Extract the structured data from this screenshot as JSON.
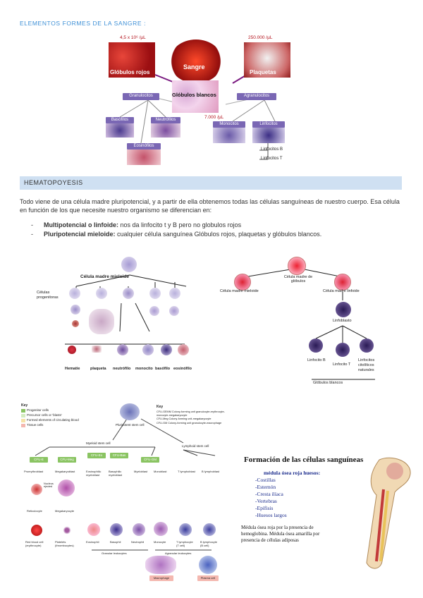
{
  "section1": {
    "title": "ELEMENTOS FORMES DE LA SANGRE :"
  },
  "blood_diagram": {
    "rbc_count": "4,5 x 10⁶ /µL",
    "rbc_label": "Glóbulos rojos",
    "blood_label": "Sangre",
    "platelet_count": "250.000 /µL",
    "platelet_label": "Plaquetas",
    "wbc_label": "Glóbulos blancos",
    "granulocytes": "Granulocitos",
    "agranulocytes": "Agranulocitos",
    "wbc_count": "7.000 /µL",
    "basophils": "Basófilos",
    "neutrophils": "Neutrófilos",
    "eosinophils": "Eosinófilos",
    "monocytes": "Monocitos",
    "lymphocytes": "Linfocitos",
    "lymph_b": "Linfocitos B",
    "lymph_t": "Linfocitos T"
  },
  "section2": {
    "title": "HEMATOPOYESIS",
    "paragraph": "Todo viene de una célula madre pluripotencial, y a partir de ella obtenemos todas las células sanguíneas de nuestro cuerpo. Esa célula en función de los que necesite nuestro organismo se diferencian en:",
    "bullets": [
      {
        "term": "Multipotencial o linfoide:",
        "text": " nos da linfocito t y B pero no globulos rojos"
      },
      {
        "term": "Pluripotencial mieloide:",
        "text": " cualquier célula sanguínea Glóbulos rojos, plaquetas y glóbulos blancos."
      }
    ]
  },
  "diagram_left": {
    "top_label": "Célula madre mieloide",
    "side_label": "Células progenitoras",
    "bottom_labels": [
      "Hematíe",
      "plaqueta",
      "neutrófilo",
      "monocito",
      "basófilo",
      "eosinófilo"
    ]
  },
  "diagram_right": {
    "top_label": "Célula madre de glóbulos",
    "left_label": "Célula madre mieloide",
    "right_label": "Célula madre linfoide",
    "lymphoblast": "Linfoblasto",
    "bottom_labels": [
      "Linfocito B",
      "Linfocito T",
      "Linfocitos citolíticos naturales"
    ],
    "footer": "Glóbulos blancos"
  },
  "diagram_bottom_left": {
    "key_title": "Key",
    "key_items": [
      "Progenitor cells",
      "Precursor cells or 'blasts'",
      "Formed elements of circulating blood",
      "Tissue cells"
    ],
    "key2_title": "Key",
    "key2_items": [
      "CFU-GEMM  Colony-forming unit granulocyte-erythrocyte-monocyte-megakaryocyte",
      "CFU-Meg  Colony-forming unit-megakaryocyte",
      "CFU-GM  Colony-forming unit granulocyte-macrophage"
    ],
    "stem": "Pluripotent stem cell",
    "myeloid": "Myeloid stem cell",
    "lymphoid": "Lymphoid stem cell",
    "cfu": [
      "CFU-E",
      "CFU-Meg",
      "CFU-Eo",
      "CFU-Bas",
      "CFU-GM"
    ],
    "precursors": [
      "Proerythroblast",
      "Megakaryoblast",
      "Eosinophilic myeloblast",
      "Basophilic myeloblast",
      "Myeloblast",
      "Monoblast",
      "T lymphoblast",
      "B lymphoblast"
    ],
    "formed": [
      "Reticulocyte",
      "Megakaryocyte",
      "Red blood cell (erythrocyte)",
      "Platelets (thrombocytes)",
      "Eosinophil",
      "Basophil",
      "Neutrophil",
      "Monocyte",
      "T lymphocyte (T cell)",
      "B lymphocyte (B cell)"
    ],
    "nucleus": "Nucleus ejected",
    "granular": "Granular leukocytes",
    "agranular": "Agranular leukocytes",
    "tissue": [
      "Macrophage",
      "Plasma cell"
    ]
  },
  "diagram_bone": {
    "title": "Formación de las células sanguíneas",
    "subtitle": "médula ósea roja huesos:",
    "items": [
      "-Costillas",
      "-Esternón",
      "-Cresta ilíaca",
      "-Vertebras",
      "-Epífisis",
      "-Huesos largos"
    ],
    "note": "Médula ósea roja por la presencia de hemoglobina. Médula ósea amarilla por presencia de células adiposas"
  },
  "colors": {
    "accent": "#3d8fd6",
    "bar": "#cfe0f2",
    "purple": "#7a67b4",
    "green": "#8ac462",
    "red": "#b3121c"
  }
}
